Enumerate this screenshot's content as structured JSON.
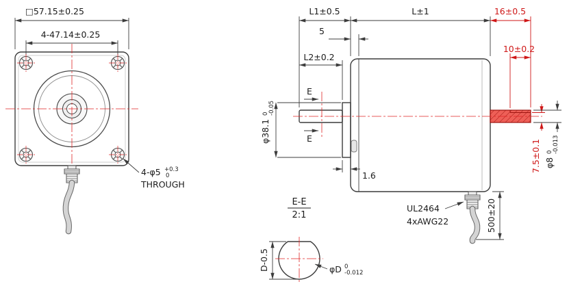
{
  "drawing": {
    "front_view": {
      "dim_frame": "□57.15±0.25",
      "dim_bolt_spacing": "4-47.14±0.25",
      "hole_callout": {
        "main": "4-φ5",
        "tol_top": "+0.3",
        "tol_bottom": "0",
        "note": "THROUGH"
      }
    },
    "side_view": {
      "dim_front_length": "L1±0.5",
      "dim_body_length": "L±1",
      "dim_rear_shaft_length": "16±0.5",
      "dim_flange_thickness": "5",
      "dim_front_shaft_length": "L2±0.2",
      "dim_rear_flat_length": "10±0.2",
      "dim_pilot_dia": {
        "main": "φ38.1",
        "tol_top": "0",
        "tol_bottom": "-0.05"
      },
      "section_mark": "E",
      "dim_pilot_height": "1.6",
      "dim_cable_length": "500±20",
      "dim_flat_depth": "7.5±0.1",
      "dim_rear_shaft_dia": {
        "main": "φ8",
        "tol_top": "0",
        "tol_bottom": "-0.013"
      },
      "cable_spec_line1": "UL2464",
      "cable_spec_line2": "4xAWG22"
    },
    "section_view": {
      "title": "E-E",
      "scale": "2:1",
      "dim_flat": "D-0.5",
      "dim_dia": {
        "main": "φD",
        "tol_top": "0",
        "tol_bottom": "-0.012"
      }
    },
    "colors": {
      "accent_red": "#cf1717",
      "line": "#3c3c3c",
      "body_fill": "#f0f0f0",
      "shaft_red": "#e8544c"
    }
  }
}
